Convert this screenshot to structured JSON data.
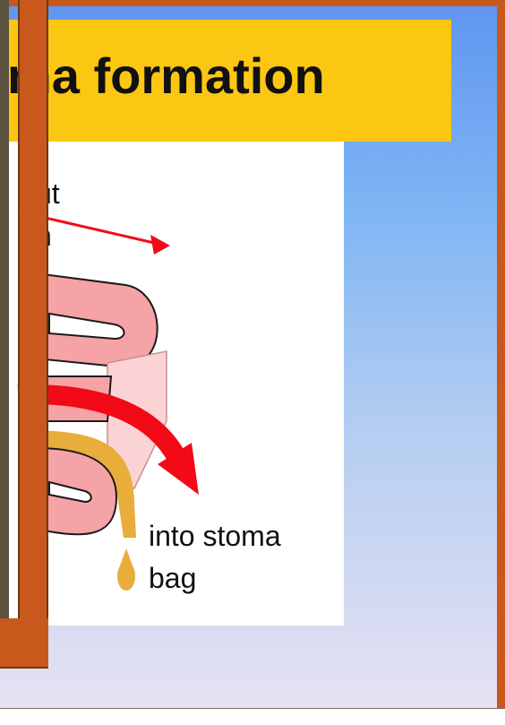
{
  "slide": {
    "title": "ma formation",
    "label_top_line1": "ut",
    "label_top_line2": "n",
    "label_bottom_line1": "into stoma",
    "label_bottom_line2": "bag"
  },
  "colors": {
    "title_bg": "#fbc713",
    "frame": "#c9581c",
    "bowel": "#f5a3a7",
    "bowel_light": "#fcd3d5",
    "arrow": "#f20a17",
    "stool": "#e9ad3b"
  }
}
